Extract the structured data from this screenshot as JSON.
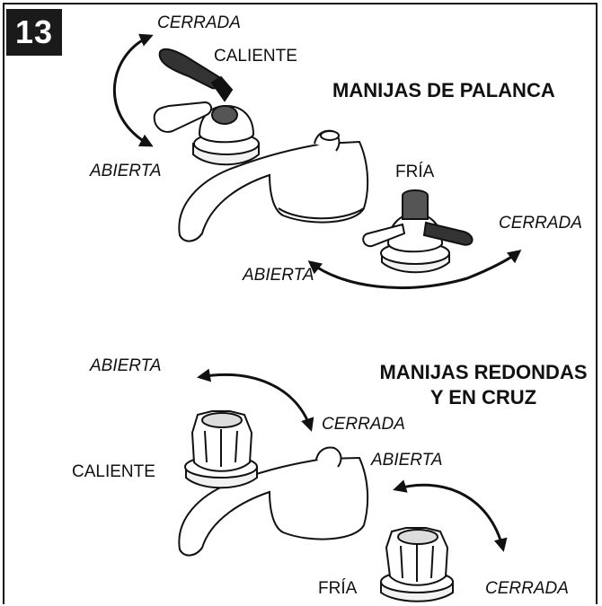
{
  "step_number": "13",
  "lever_section": {
    "title": "MANIJAS DE PALANCA",
    "hot_label": "CALIENTE",
    "cold_label": "FRÍA",
    "hot_closed": "CERRADA",
    "hot_open": "ABIERTA",
    "cold_closed": "CERRADA",
    "cold_open": "ABIERTA"
  },
  "knob_section": {
    "title_line1": "MANIJAS REDONDAS",
    "title_line2": "Y EN CRUZ",
    "hot_label": "CALIENTE",
    "cold_label": "FRÍA",
    "hot_open": "ABIERTA",
    "hot_closed": "CERRADA",
    "cold_open": "ABIERTA",
    "cold_closed": "CERRADA"
  }
}
